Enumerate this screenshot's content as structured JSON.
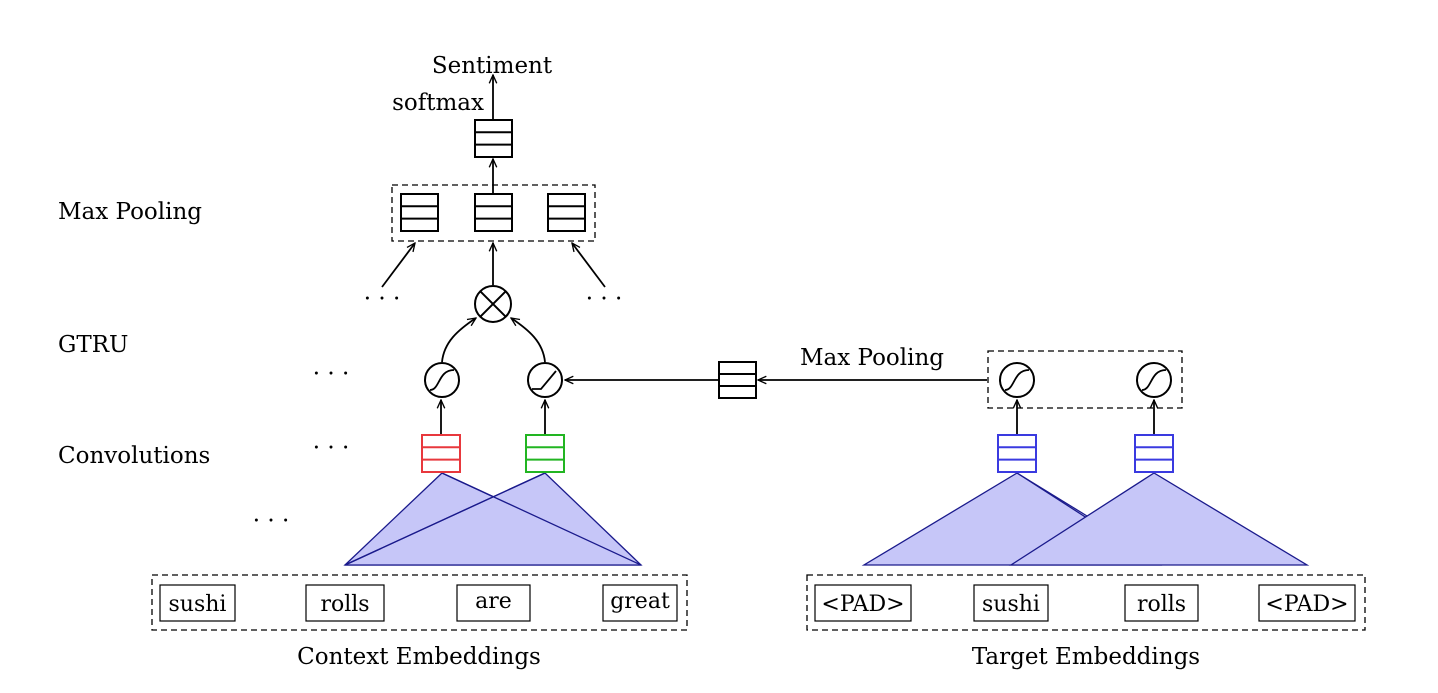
{
  "labels": {
    "sentiment": "Sentiment",
    "softmax": "softmax",
    "max_pooling_left": "Max Pooling",
    "gtru": "GTRU",
    "convolutions": "Convolutions",
    "max_pooling_right": "Max Pooling",
    "context_embeddings": "Context Embeddings",
    "target_embeddings": "Target Embeddings",
    "ellipsis": "· · ·"
  },
  "context_tokens": [
    "sushi",
    "rolls",
    "are",
    "great"
  ],
  "target_tokens": [
    "<PAD>",
    "sushi",
    "rolls",
    "<PAD>"
  ],
  "colors": {
    "stroke": "#000000",
    "filter_red": "#e8383d",
    "filter_green": "#22b522",
    "filter_blue": "#3a3ae0",
    "triangle_fill": "#c6c6f8",
    "triangle_stroke": "#1a1a8c"
  },
  "icons": {
    "tanh": "tanh-gate-icon",
    "relu": "relu-gate-icon",
    "multiply": "multiply-icon",
    "vector": "vector-icon"
  }
}
